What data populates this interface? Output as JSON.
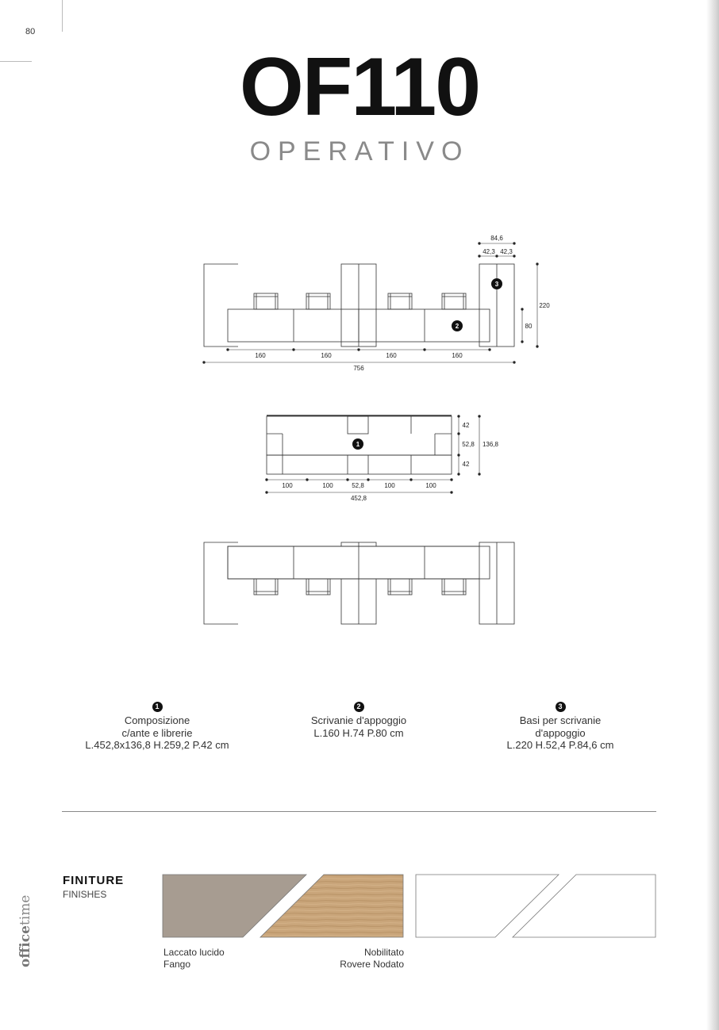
{
  "page": {
    "number": "80"
  },
  "header": {
    "title": "OF110",
    "subtitle": "OPERATIVO"
  },
  "elevation": {
    "dims": [
      "160",
      "160",
      "160",
      "160"
    ],
    "total": "756",
    "side_top": "84,6",
    "side_halves": [
      "42,3",
      "42,3"
    ],
    "height_total": "220",
    "height_desk": "80",
    "markers": [
      "3",
      "2"
    ]
  },
  "plan": {
    "dims": [
      "100",
      "100",
      "52,8",
      "100",
      "100"
    ],
    "total": "452,8",
    "depths": [
      "42",
      "52,8",
      "42"
    ],
    "depth_total": "136,8",
    "marker": "1"
  },
  "items": [
    {
      "num": "1",
      "lines": [
        "Composizione",
        "c/ante e librerie",
        "L.452,8x136,8 H.259,2 P.42 cm"
      ]
    },
    {
      "num": "2",
      "lines": [
        "Scrivanie d'appoggio",
        "L.160 H.74 P.80 cm",
        ""
      ]
    },
    {
      "num": "3",
      "lines": [
        "Basi per scrivanie",
        "d'appoggio",
        "L.220 H.52,4 P.84,6 cm"
      ]
    }
  ],
  "finishes": {
    "title": "FINITURE",
    "subtitle": "FINISHES",
    "swatches": [
      {
        "color": "#a79c91",
        "label": [
          "Laccato lucido",
          "Fango"
        ]
      },
      {
        "color": "#c9a57a",
        "label": [
          "Nobilitato",
          "Rovere Nodato"
        ]
      }
    ]
  },
  "brand": {
    "bold": "office",
    "regular": "time"
  }
}
